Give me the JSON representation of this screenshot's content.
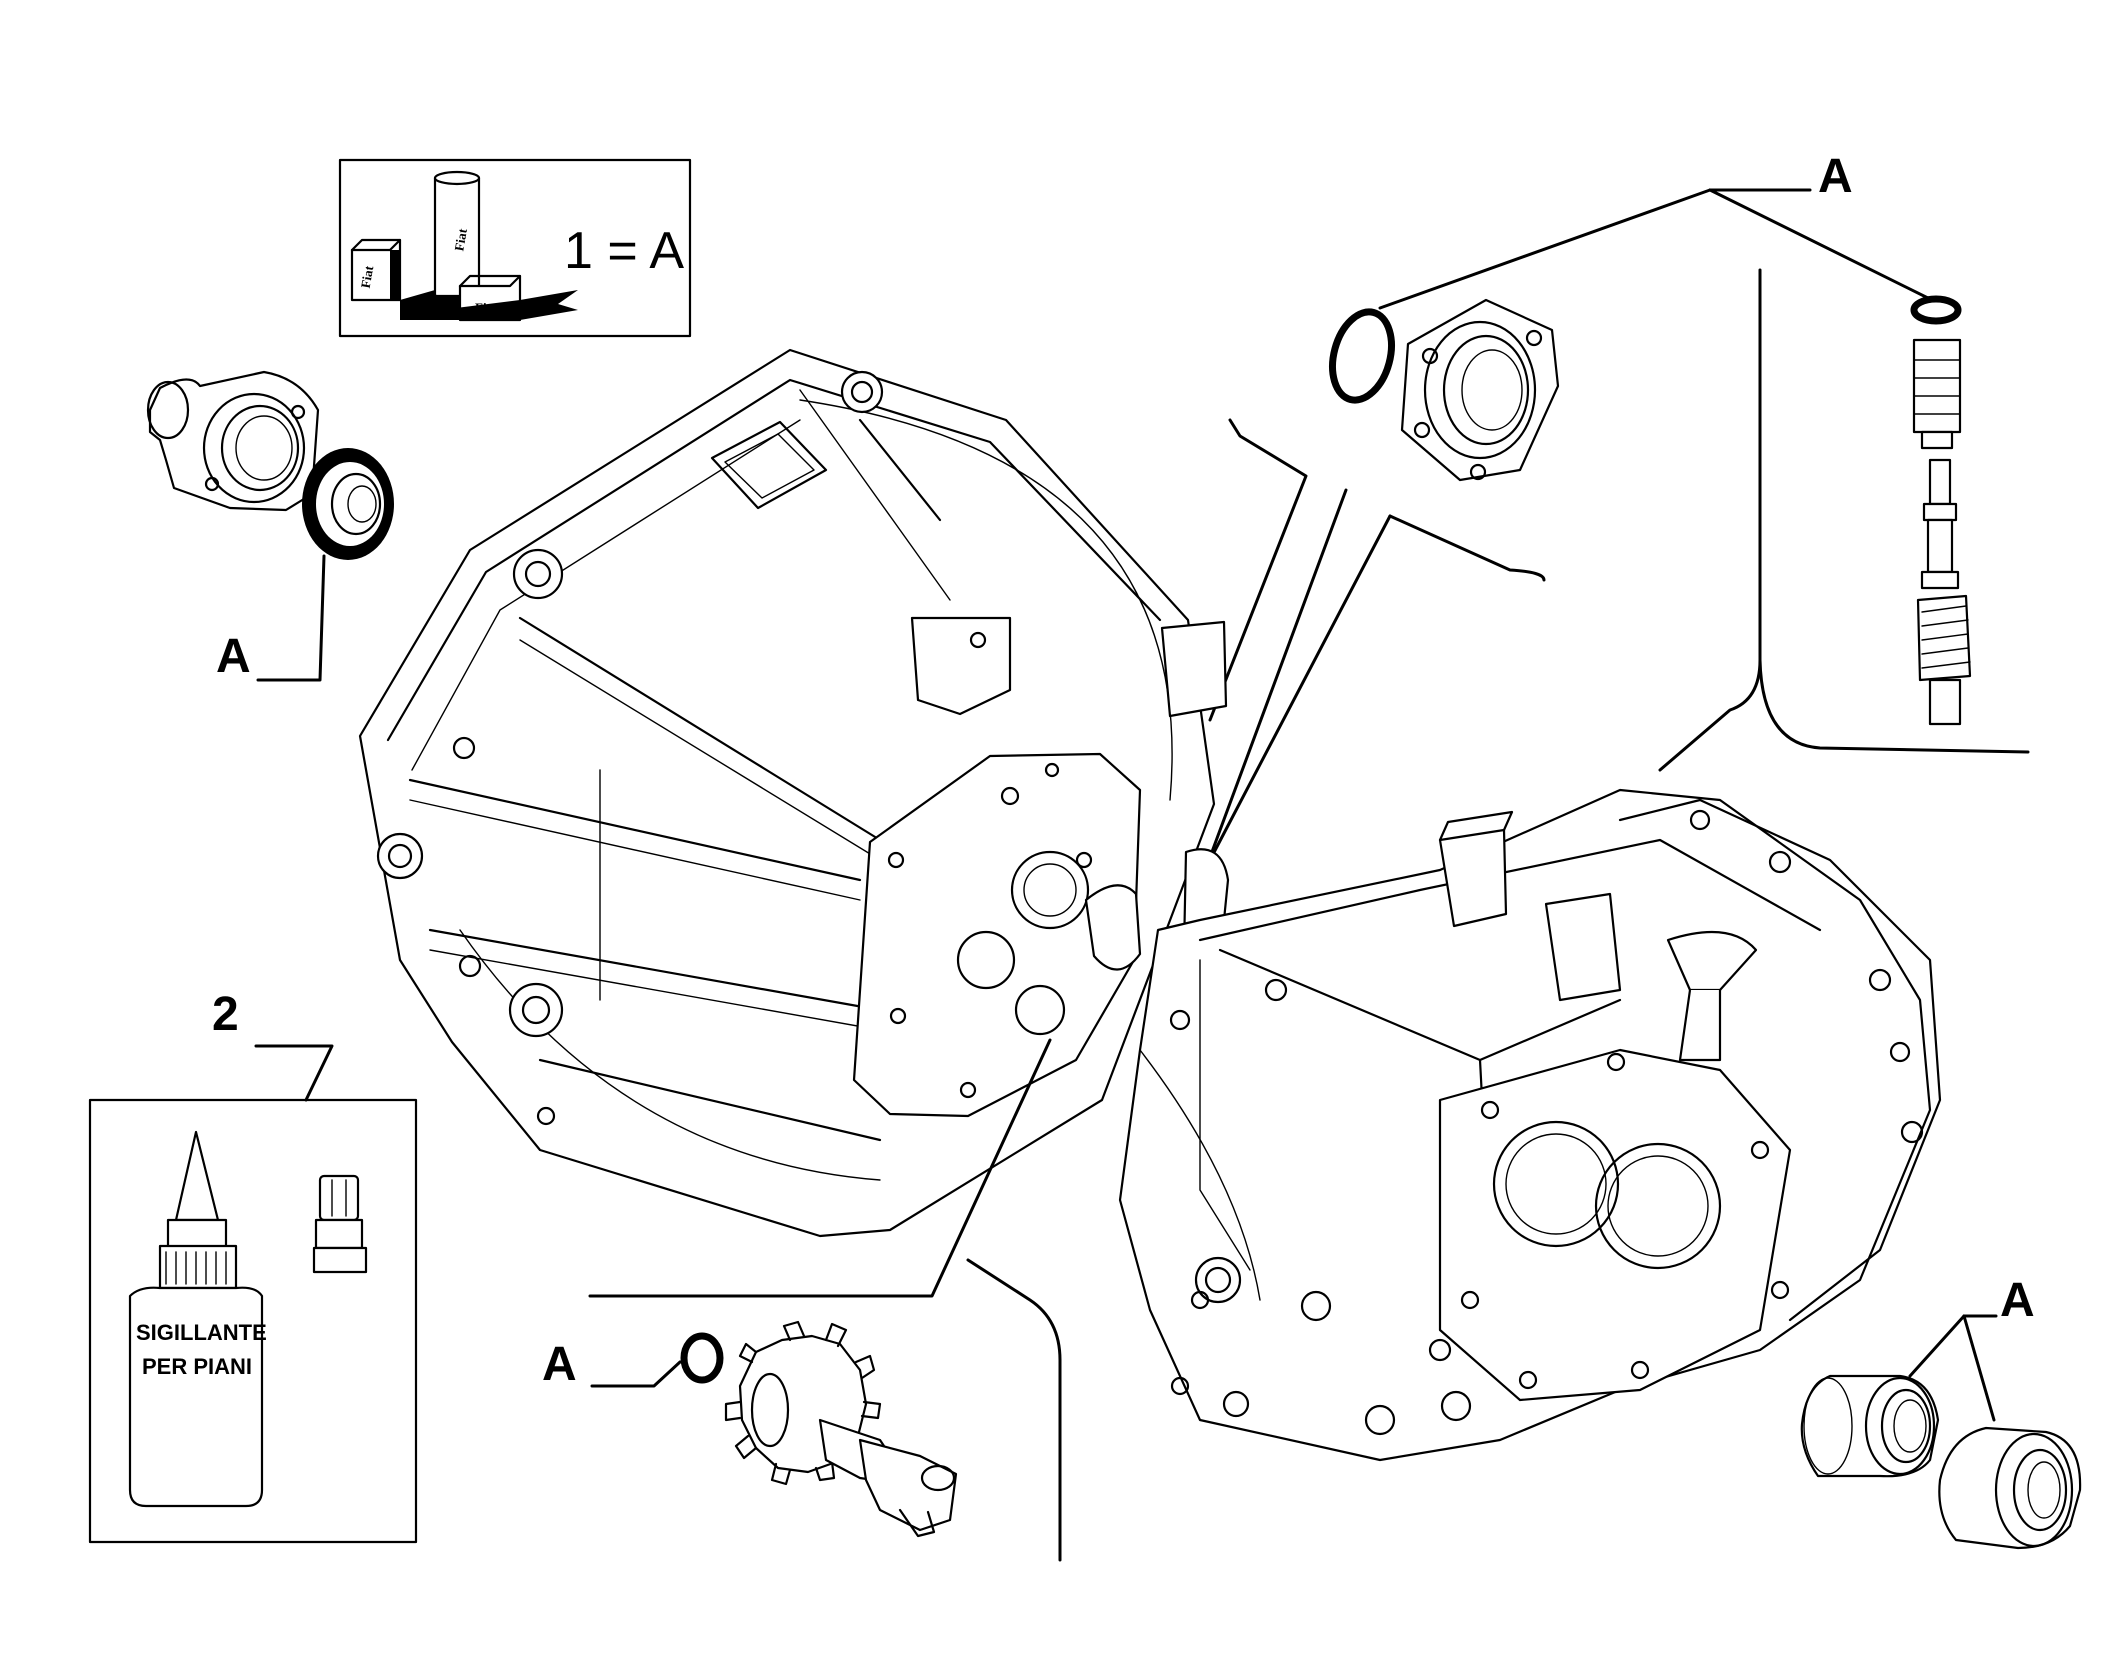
{
  "legend": {
    "equation": "1 = A",
    "fiat_labels": [
      "Fiat",
      "Fiat",
      "Fiat"
    ]
  },
  "callouts": {
    "top_right": "A",
    "left_bearing": "A",
    "kit_number": "2",
    "gear_shaft": "A",
    "bottom_right": "A"
  },
  "sealant_bottle": {
    "line1": "SIGILLANTE",
    "line2": "PER PIANI"
  }
}
